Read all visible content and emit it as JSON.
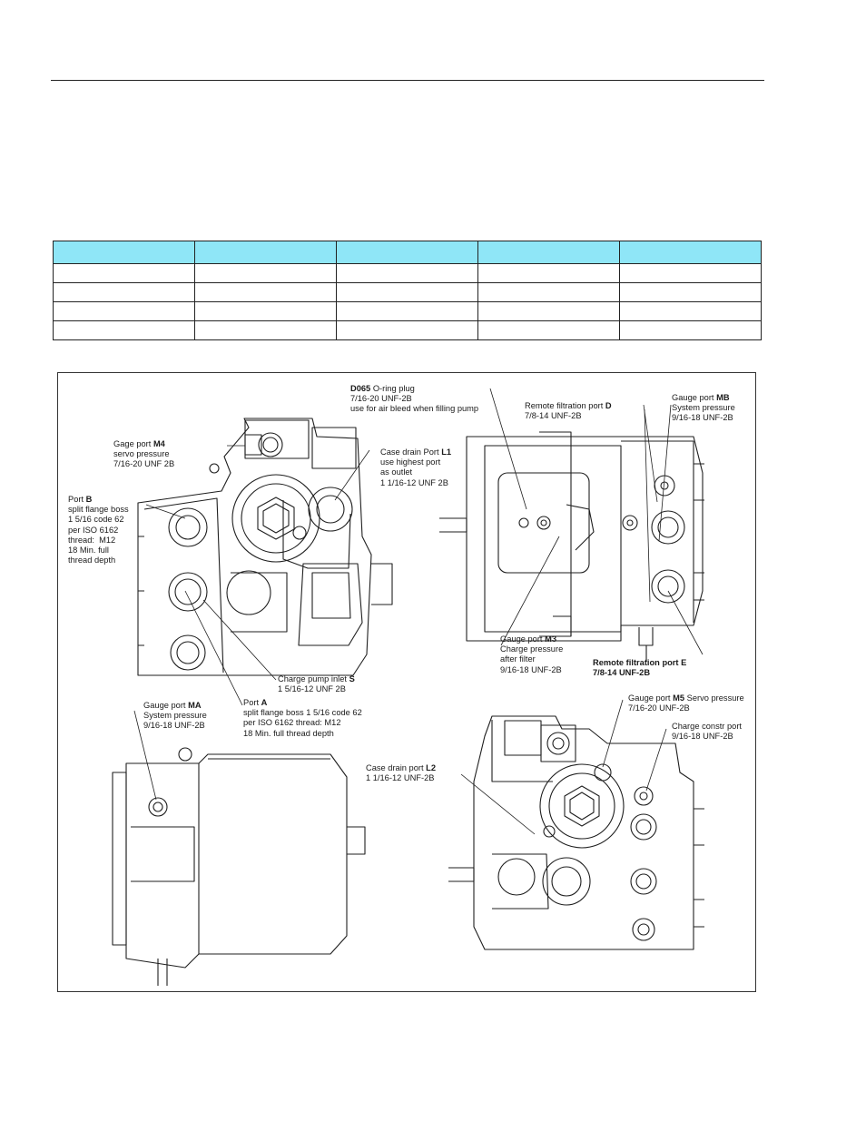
{
  "table": {
    "header_color": "#8fe6f7",
    "header": [
      "",
      "",
      "",
      "",
      ""
    ],
    "rows": [
      [
        "",
        "",
        "",
        "",
        ""
      ],
      [
        "",
        "",
        "",
        "",
        ""
      ],
      [
        "",
        "",
        "",
        "",
        ""
      ],
      [
        "",
        "",
        "",
        "",
        ""
      ]
    ]
  },
  "figure": {
    "callouts": {
      "d065": {
        "code": "D065",
        "line1": " O-ring plug",
        "line2": "7/16-20 UNF-2B",
        "line3": "use for air bleed when filling pump"
      },
      "remote_d": {
        "line1": "Remote filtration port ",
        "code": "D",
        "line2": "7/8-14 UNF-2B"
      },
      "gauge_mb": {
        "line1": "Gauge port ",
        "code": "MB",
        "line2": "System pressure",
        "line3": "9/16-18 UNF-2B"
      },
      "gage_m4": {
        "line1": "Gage port ",
        "code": "M4",
        "line2": "servo pressure",
        "line3": "7/16-20 UNF 2B"
      },
      "case_drain_l1": {
        "line1": "Case drain Port ",
        "code": "L1",
        "line2": "use highest port",
        "line3": "as outlet",
        "line4": "1 1/16-12 UNF 2B"
      },
      "port_b": {
        "line1": "Port ",
        "code": "B",
        "line2": "split flange boss",
        "line3": "1 5/16 code 62",
        "line4": "per ISO 6162",
        "line5": "thread:  M12",
        "line6": "18 Min. full",
        "line7": "thread depth"
      },
      "charge_inlet_s": {
        "line1": "Charge pump inlet ",
        "code": "S",
        "line2": "1 5/16-12 UNF 2B"
      },
      "gauge_m3": {
        "line1": "Gauge port ",
        "code": "M3",
        "line2": "Charge pressure",
        "line3": "after filter",
        "line4": "9/16-18 UNF-2B"
      },
      "remote_e": {
        "line1": "Remote filtration port E",
        "line2": "7/8-14 UNF-2B"
      },
      "gauge_ma": {
        "line1": "Gauge port ",
        "code": "MA",
        "line2": "System pressure",
        "line3": "9/16-18 UNF-2B"
      },
      "port_a": {
        "line1": "Port ",
        "code": "A",
        "line2": "split flange boss 1 5/16 code 62",
        "line3": "per ISO 6162 thread: M12",
        "line4": "18 Min. full thread depth"
      },
      "gauge_m5": {
        "line1": "Gauge port ",
        "code": "M5",
        "line2": " Servo pressure",
        "line3": "7/16-20 UNF-2B"
      },
      "charge_constr": {
        "line1": "Charge constr port",
        "line2": "9/16-18 UNF-2B"
      },
      "case_drain_l2": {
        "line1": "Case drain port ",
        "code": "L2",
        "line2": "1 1/16-12 UNF-2B"
      }
    }
  }
}
